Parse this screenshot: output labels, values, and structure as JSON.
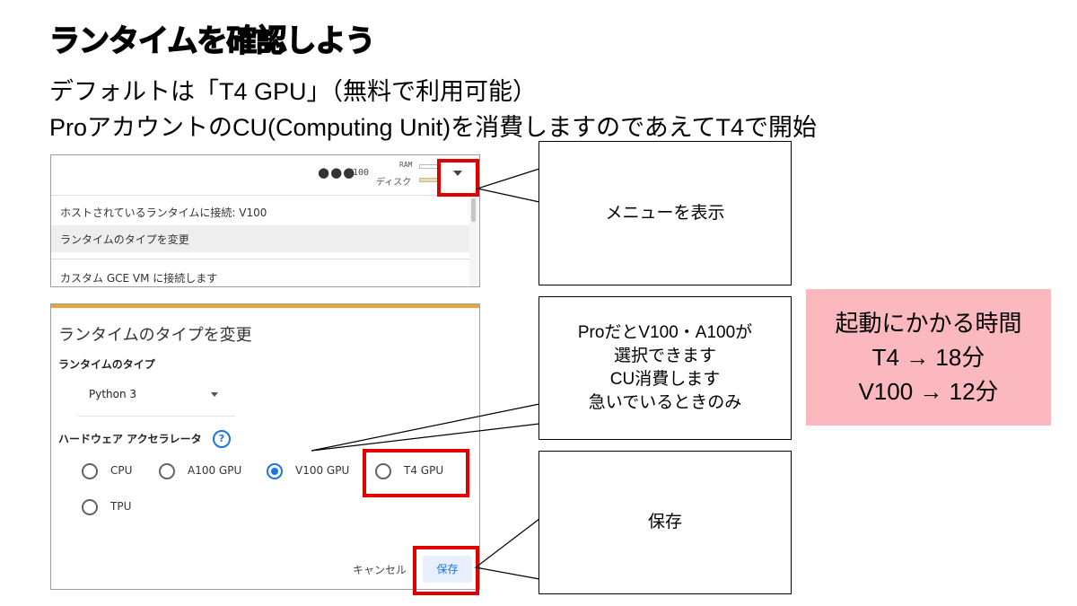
{
  "slide": {
    "title": "ランタイムを確認しよう",
    "line1": "デフォルトは「T4 GPU」（無料で利用可能）",
    "line2": "ProアカウントのCU(Computing Unit)を消費しますのであえてT4で開始"
  },
  "runtime_menu": {
    "more_icon": "more-dots-icon",
    "gpu_label": "V100",
    "ram_label": "RAM",
    "disk_label": "ディスク",
    "dropdown_icon": "caret-down-icon",
    "items": [
      "ホストされているランタイムに接続: V100",
      "ランタイムのタイプを変更",
      "カスタム GCE VM に接続します"
    ]
  },
  "dialog": {
    "title": "ランタイムのタイプを変更",
    "runtime_type_label": "ランタイムのタイプ",
    "runtime_type_value": "Python 3",
    "hardware_label": "ハードウェア アクセラレータ",
    "help_icon": "help-circle-icon",
    "help_glyph": "?",
    "options": [
      {
        "label": "CPU",
        "selected": false
      },
      {
        "label": "A100 GPU",
        "selected": false
      },
      {
        "label": "V100 GPU",
        "selected": true
      },
      {
        "label": "T4 GPU",
        "selected": false
      },
      {
        "label": "TPU",
        "selected": false
      }
    ],
    "cancel_label": "キャンセル",
    "save_label": "保存"
  },
  "callouts": {
    "menu": "メニューを表示",
    "pro": "ProだとV100・A100が\n選択できます\nCU消費します\n急いでいるときのみ",
    "save": "保存"
  },
  "startup_time": {
    "text": "起動にかかる時間\nT4 → 18分\nV100 → 12分"
  },
  "colors": {
    "highlight": "#e00000",
    "accent": "#1a73e8",
    "time_box_bg": "#fbb9bf",
    "dialog_stripe": "#e8a33a"
  }
}
